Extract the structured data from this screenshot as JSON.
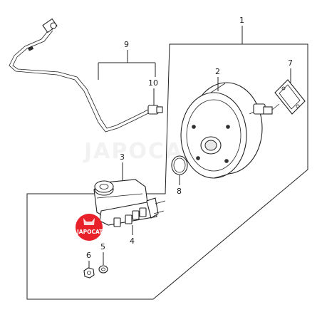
{
  "callouts": {
    "c1": "1",
    "c2": "2",
    "c3": "3",
    "c4": "4",
    "c5": "5",
    "c6": "6",
    "c7": "7",
    "c8": "8",
    "c9": "9",
    "c10": "10"
  },
  "watermark": {
    "text": "JAPOCAT",
    "logo_text": "JAPOCAT",
    "logo_color": "#e8202a"
  }
}
